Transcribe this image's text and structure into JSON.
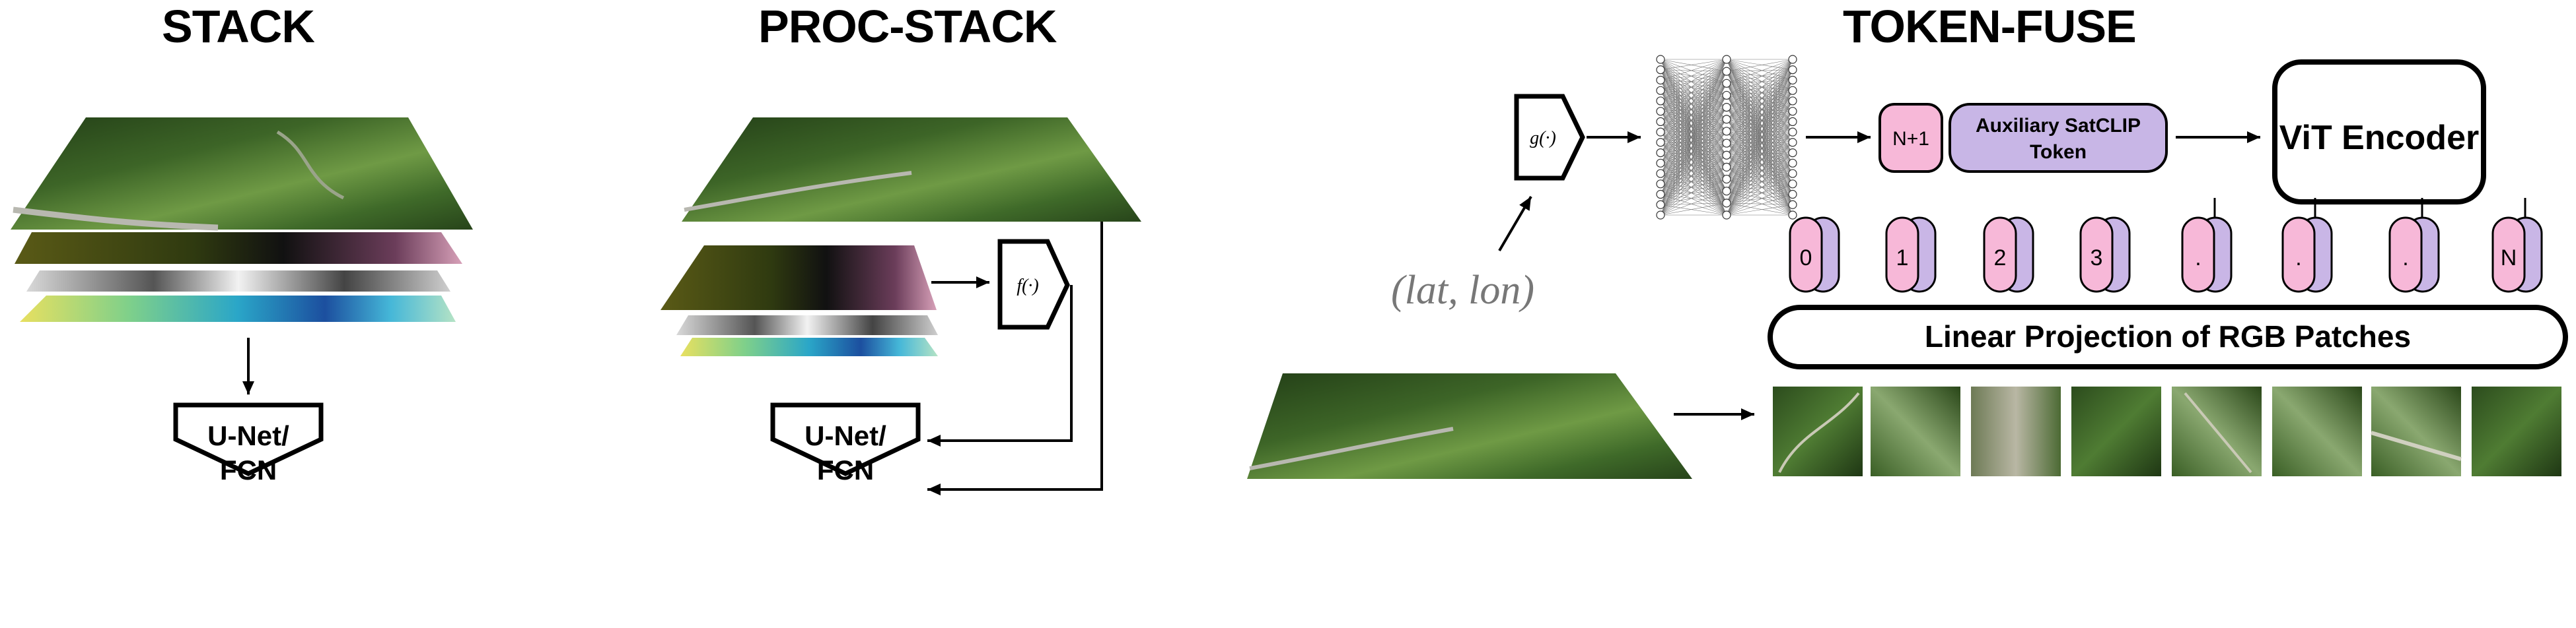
{
  "titles": {
    "stack": "STACK",
    "proc_stack": "PROC-STACK",
    "token_fuse": "TOKEN-FUSE"
  },
  "stack": {
    "model_line1": "U-Net/",
    "model_line2": "FCN"
  },
  "proc_stack": {
    "func_label": "f(·)",
    "model_line1": "U-Net/",
    "model_line2": "FCN"
  },
  "token_fuse": {
    "func_label": "g(·)",
    "coords_label": "(lat, lon)",
    "aux_index": "N+1",
    "aux_line1": "Auxiliary SatCLIP",
    "aux_line2": "Token",
    "encoder_label": "ViT Encoder",
    "projection_label": "Linear Projection of RGB Patches",
    "token_labels": [
      "0",
      "1",
      "2",
      "3",
      ".",
      ".",
      ".",
      "N"
    ]
  },
  "colors": {
    "token_pink": "#f7b8d8",
    "token_purple": "#c9b6e6",
    "aux_purple": "#c8b6e6",
    "forest_dark": "#2b4a1c",
    "forest_light": "#5f8a3c"
  }
}
